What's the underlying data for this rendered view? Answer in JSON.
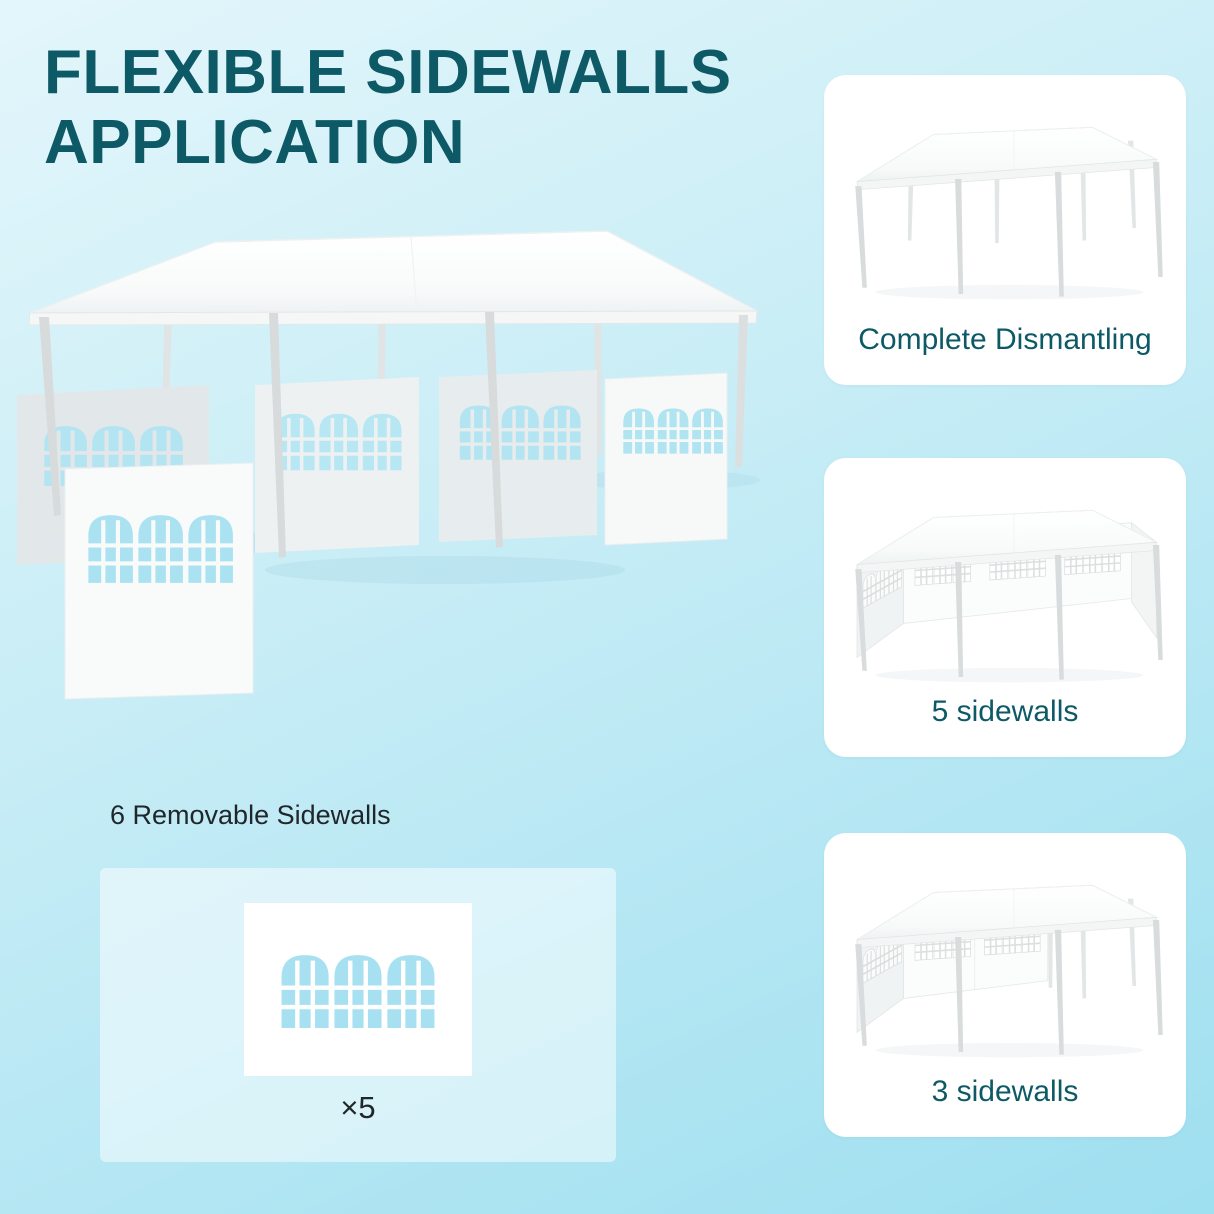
{
  "title": {
    "line1": "FLEXIBLE SIDEWALLS",
    "line2": "APPLICATION"
  },
  "main": {
    "caption": "6 Removable Sidewalls",
    "multiplier": "×5",
    "illustration": "gazebo-canopy-with-six-detached-sidewalls"
  },
  "cards": [
    {
      "label": "Complete Dismantling",
      "illustration": "canopy-frame-only"
    },
    {
      "label": "5 sidewalls",
      "illustration": "canopy-with-5-sidewalls"
    },
    {
      "label": "3 sidewalls",
      "illustration": "canopy-with-3-sidewalls"
    }
  ],
  "colors": {
    "background_top": "#e3f6fb",
    "background_bottom": "#9edff0",
    "heading": "#0d5a66",
    "card_label": "#0d5a66",
    "body_text": "#20272a",
    "card_background": "#ffffff",
    "canopy_white": "#ffffff",
    "window_blue": "#aee3f2"
  }
}
